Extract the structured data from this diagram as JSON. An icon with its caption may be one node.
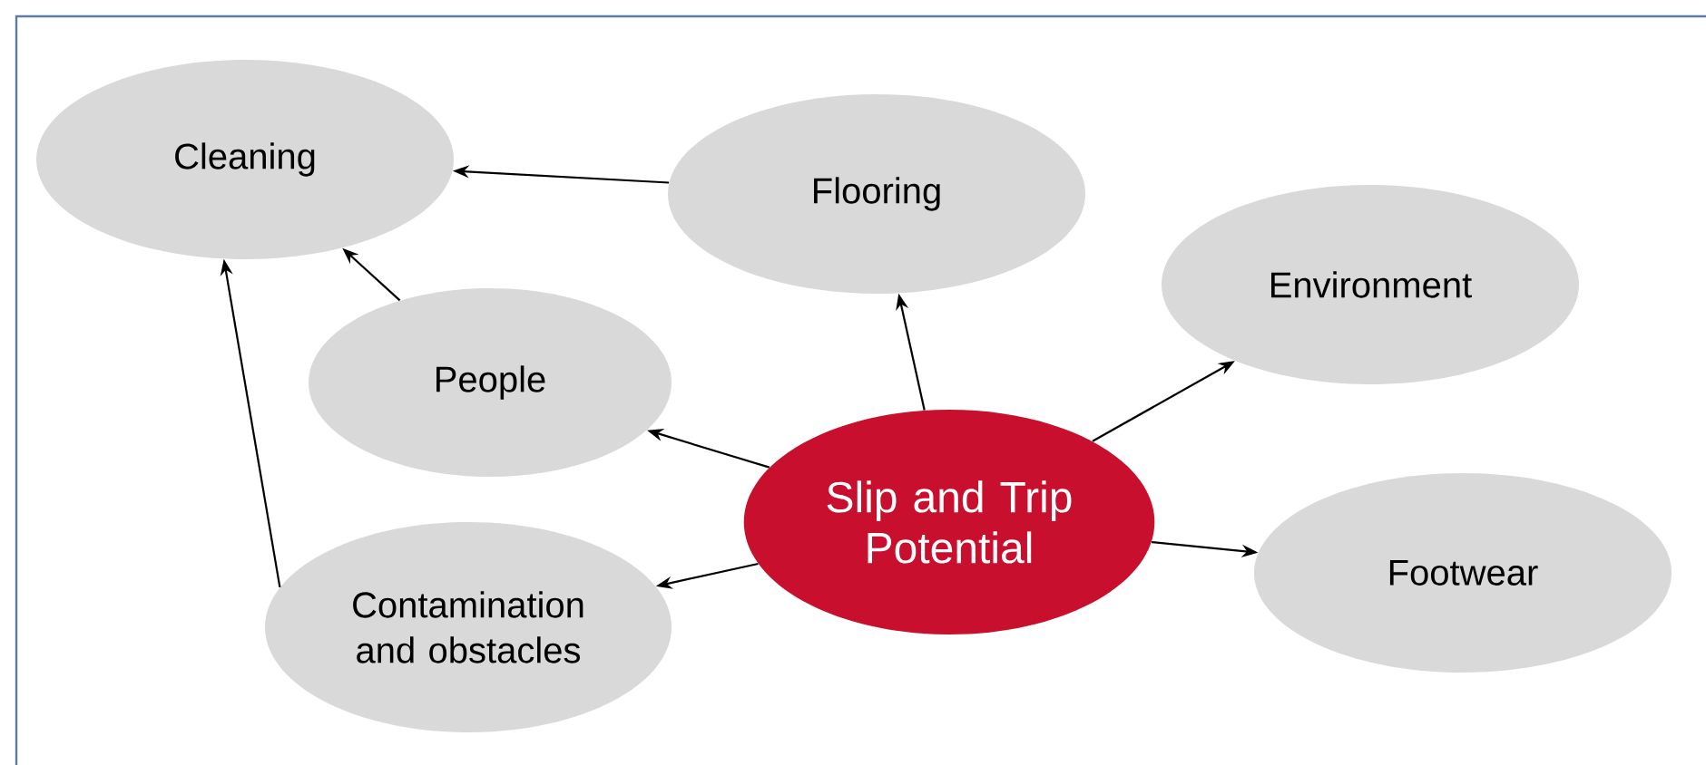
{
  "diagram": {
    "nodes": [
      {
        "text": [
          "Cleaning"
        ]
      },
      {
        "text": [
          "Flooring"
        ]
      },
      {
        "text": [
          "Environment"
        ]
      },
      {
        "text": [
          "People"
        ]
      },
      {
        "text": [
          "Slip and Trip Potential"
        ]
      },
      {
        "text": [
          "Footwear"
        ]
      },
      {
        "text": [
          "Contamination and obstacles"
        ]
      }
    ],
    "edges": [
      {
        "from": 1,
        "to": 0,
        "arrow": "to"
      },
      {
        "from": 3,
        "to": 0,
        "arrow": "to"
      },
      {
        "from": 6,
        "to": 0,
        "arrow": "to"
      },
      {
        "from": 4,
        "to": 1,
        "arrow": "to"
      },
      {
        "from": 4,
        "to": 2,
        "arrow": "to"
      },
      {
        "from": 4,
        "to": 3,
        "arrow": "to"
      },
      {
        "from": 4,
        "to": 5,
        "arrow": "to"
      },
      {
        "from": 4,
        "to": 6,
        "arrow": "to"
      }
    ]
  }
}
